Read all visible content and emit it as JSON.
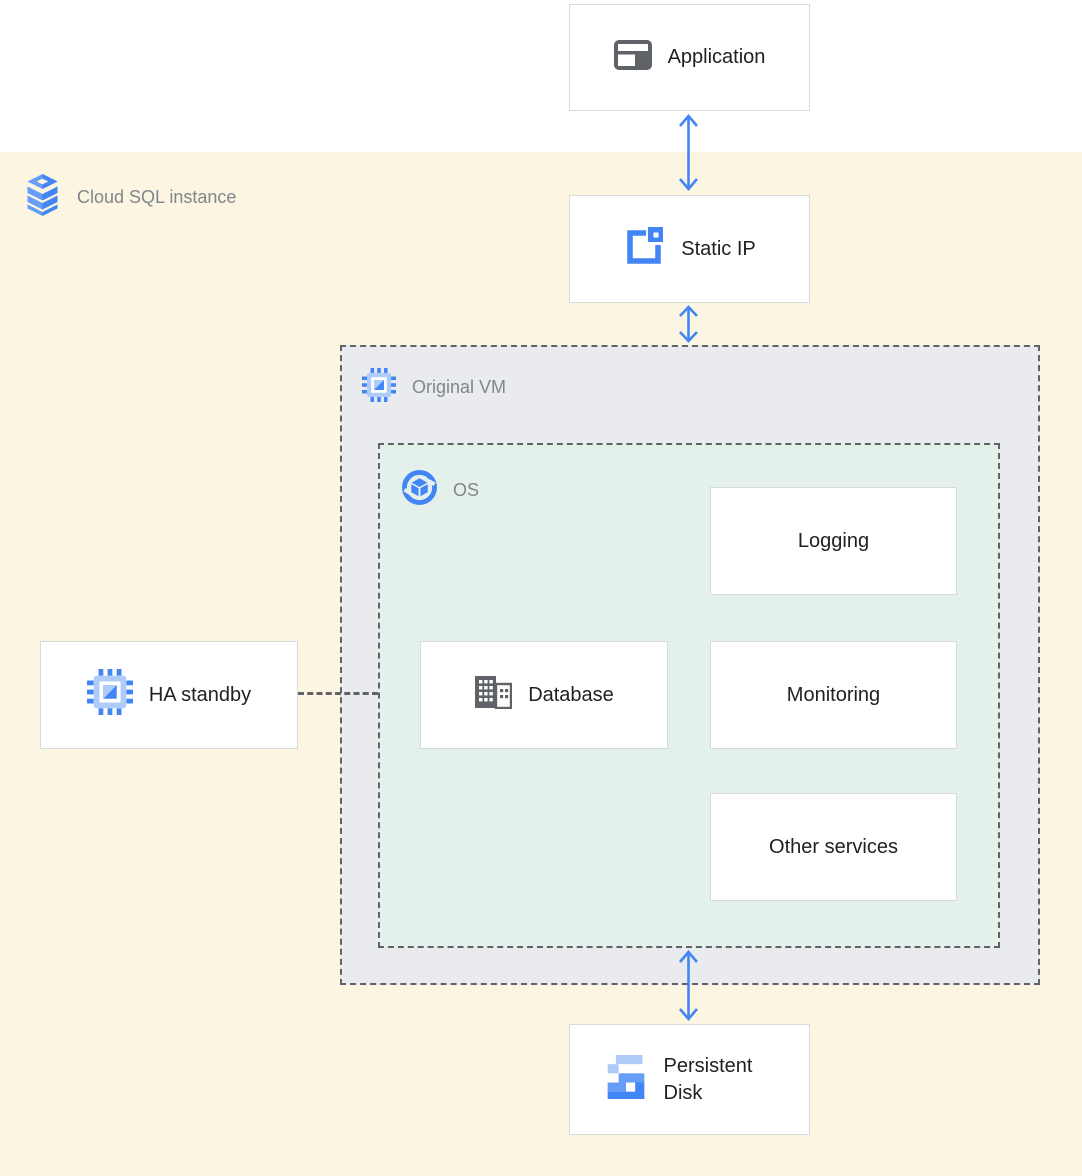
{
  "diagram": {
    "title_region": {
      "label": "Cloud SQL instance",
      "icon": "cloud-sql-icon"
    },
    "nodes": {
      "application": {
        "label": "Application",
        "icon": "application-window-icon"
      },
      "static_ip": {
        "label": "Static IP",
        "icon": "static-ip-icon"
      },
      "original_vm": {
        "label": "Original VM",
        "icon": "compute-engine-chip-icon"
      },
      "os": {
        "label": "OS",
        "icon": "os-image-icon"
      },
      "logging": {
        "label": "Logging"
      },
      "database": {
        "label": "Database",
        "icon": "database-building-icon"
      },
      "monitoring": {
        "label": "Monitoring"
      },
      "other_services": {
        "label": "Other services"
      },
      "ha_standby": {
        "label": "HA standby",
        "icon": "compute-engine-chip-icon"
      },
      "persistent_disk": {
        "label": "Persistent Disk",
        "icon": "persistent-disk-icon"
      }
    },
    "connections": [
      {
        "from": "application",
        "to": "static_ip",
        "style": "double-arrow"
      },
      {
        "from": "static_ip",
        "to": "original_vm",
        "style": "double-arrow"
      },
      {
        "from": "os",
        "to": "persistent_disk",
        "style": "double-arrow"
      },
      {
        "from": "ha_standby",
        "to": "os",
        "style": "dashed-line"
      }
    ],
    "colors": {
      "arrow_blue": "#4285f4",
      "blue_mid": "#669df6",
      "blue_light": "#aecbfa",
      "background_cream": "#fcf5e2",
      "background_white": "#ffffff",
      "vm_zone_fill": "#e9ebee",
      "os_zone_fill": "#e4f1ea",
      "dashed_border": "#5f6368",
      "box_border": "#d7dadd",
      "label_gray": "#80868b",
      "text_dark": "#212121",
      "icon_gray": "#5f6368"
    }
  }
}
